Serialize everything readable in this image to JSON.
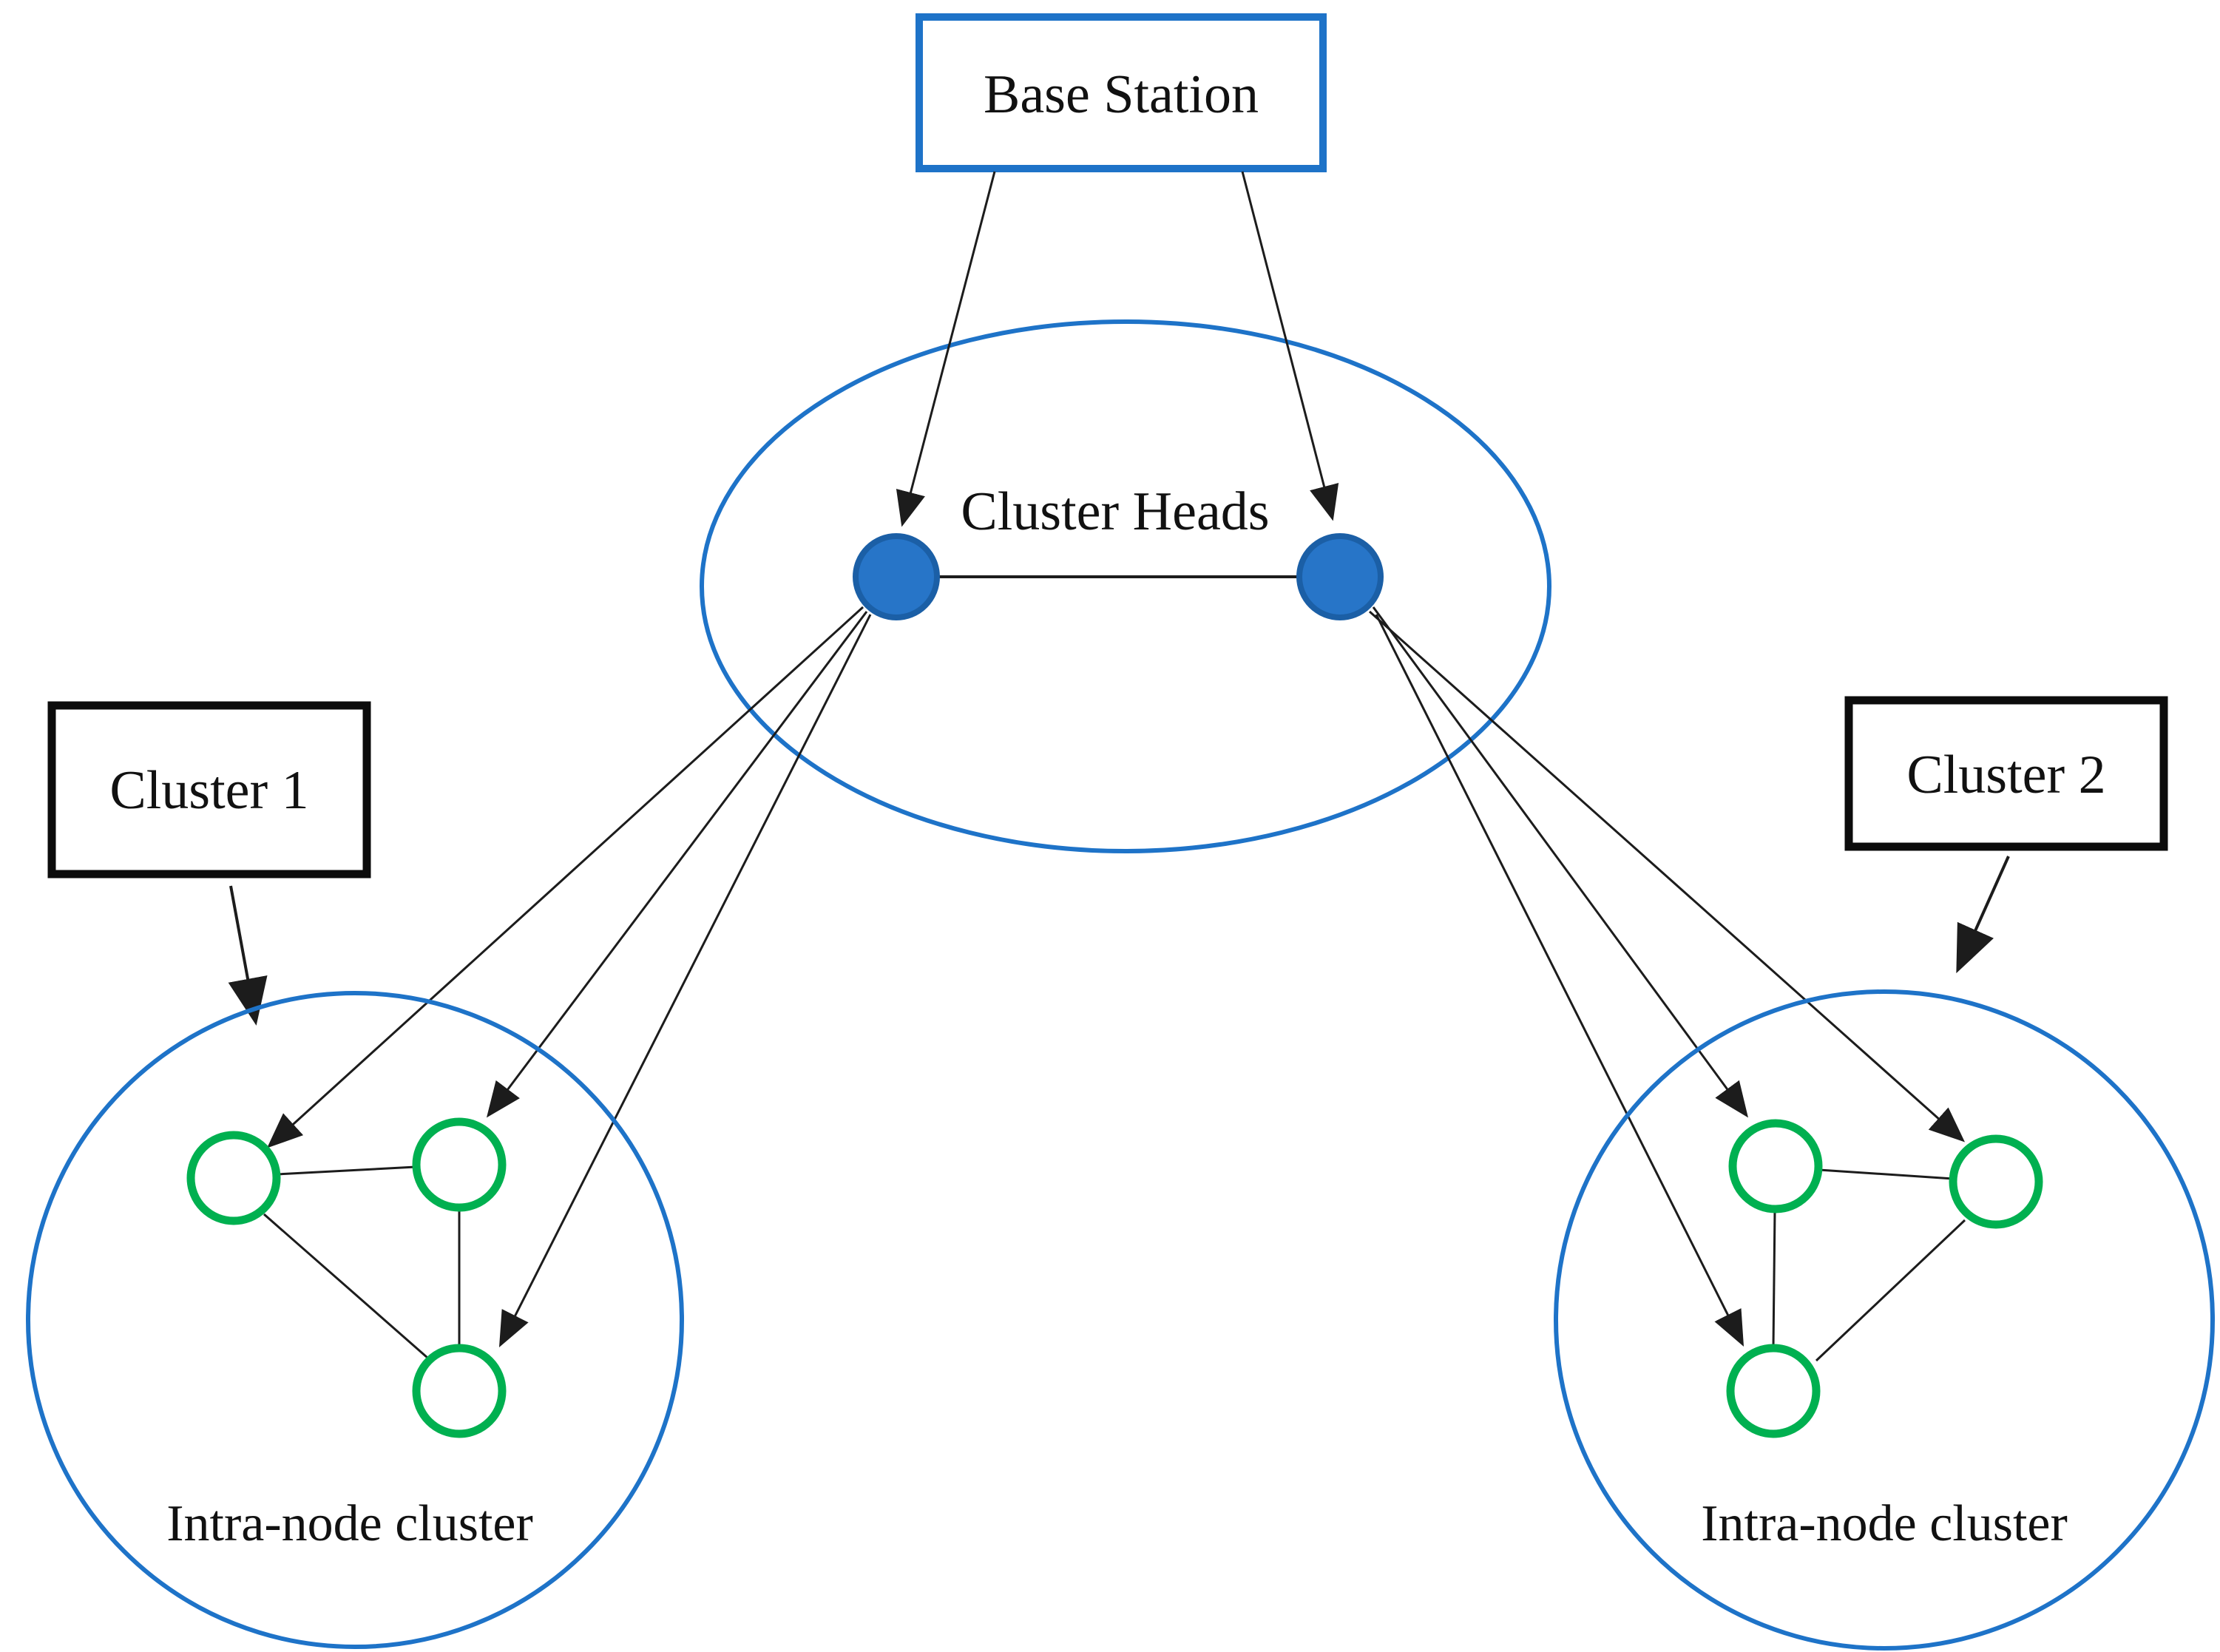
{
  "figure": {
    "base_station": {
      "label": "Base Station"
    },
    "cluster_heads": {
      "label": "Cluster Heads",
      "head_count": 2
    },
    "cluster_1": {
      "label": "Cluster 1",
      "caption": "Intra-node cluster",
      "member_node_count": 3
    },
    "cluster_2": {
      "label": "Cluster 2",
      "caption": "Intra-node cluster",
      "member_node_count": 3
    },
    "colors": {
      "blue_outline": "#1e73c8",
      "head_node_fill": "#2775c8",
      "head_node_stroke": "#1b5fa6",
      "member_node_green": "#00b050",
      "line_black": "#1c1c1c"
    }
  }
}
